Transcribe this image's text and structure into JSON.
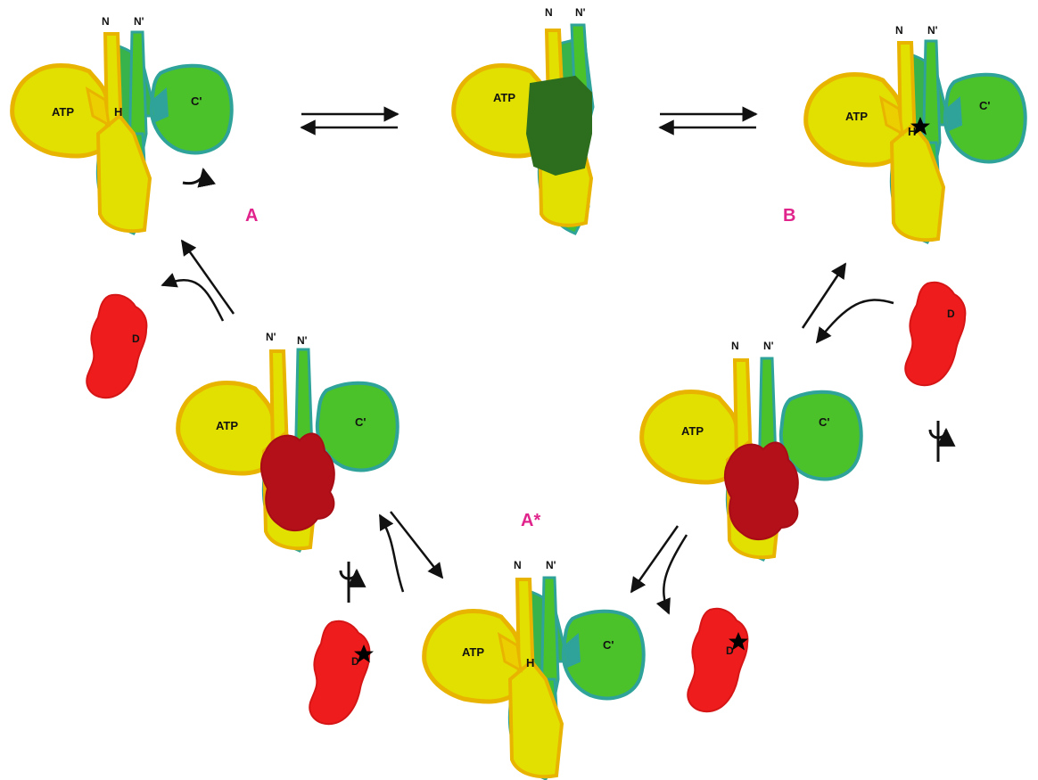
{
  "colors": {
    "yellow": "#e2e000",
    "yellow_edge": "#e8b400",
    "green": "#4cc22a",
    "green_edge": "#2fa39a",
    "dark_green": "#2d6e1e",
    "red": "#ee1c1c",
    "dark_red": "#b3101a",
    "state_label": "#e0248c",
    "star": "#000000"
  },
  "labels": {
    "state_a": "A",
    "state_b": "B",
    "state_a_star": "A*"
  },
  "complexes": [
    {
      "id": "top-left",
      "n": "N",
      "n2": "N'",
      "atp": "ATP",
      "h": "H",
      "c": "C'"
    },
    {
      "id": "top-middle",
      "n": "N",
      "n2": "N'",
      "atp": "ATP"
    },
    {
      "id": "top-right",
      "n": "N",
      "n2": "N'",
      "atp": "ATP",
      "h": "H",
      "c": "C'"
    },
    {
      "id": "mid-left",
      "n": "N'",
      "n2": "N'",
      "atp": "ATP",
      "c": "C'"
    },
    {
      "id": "mid-right",
      "n": "N",
      "n2": "N'",
      "atp": "ATP",
      "c": "C'"
    },
    {
      "id": "bottom",
      "n": "N",
      "n2": "N'",
      "atp": "ATP",
      "h": "H",
      "c": "C'"
    }
  ],
  "drugs": [
    {
      "id": "drug-left",
      "label": "D"
    },
    {
      "id": "drug-right",
      "label": "D"
    },
    {
      "id": "drug-bottom-left",
      "label": "D"
    },
    {
      "id": "drug-bottom-right",
      "label": "D"
    }
  ]
}
